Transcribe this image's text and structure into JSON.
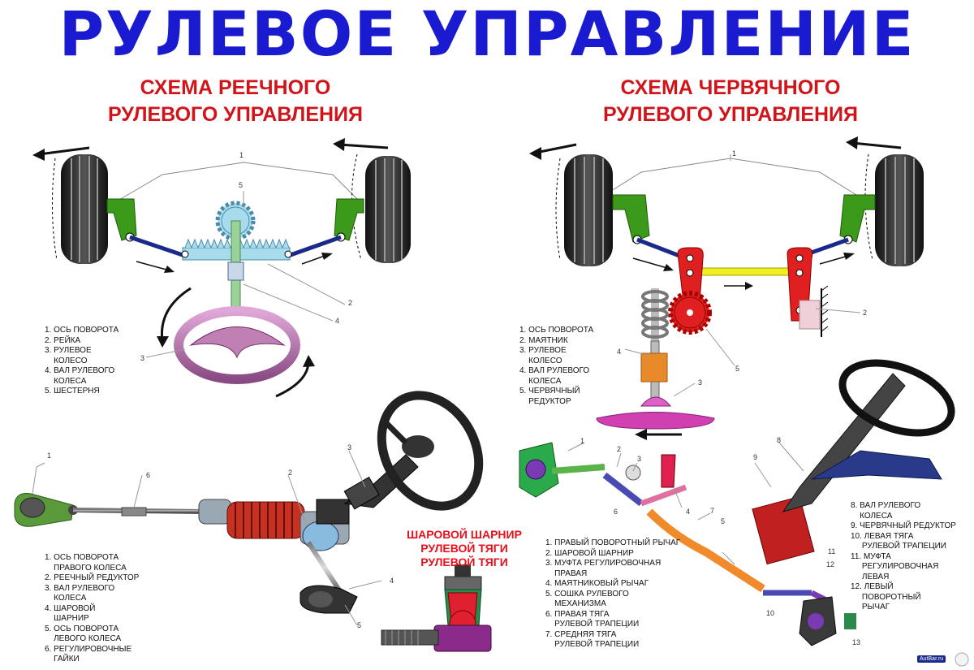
{
  "title": "РУЛЕВОЕ УПРАВЛЕНИЕ",
  "rack_scheme": {
    "title_line1": "СХЕМА РЕЕЧНОГО",
    "title_line2": "РУЛЕВОГО УПРАВЛЕНИЯ",
    "legend": [
      "1. ОСЬ ПОВОРОТА",
      "2. РЕЙКА",
      "3. РУЛЕВОЕ",
      "    КОЛЕСО",
      "4. ВАЛ РУЛЕВОГО",
      "    КОЛЕСА",
      "5. ШЕСТЕРНЯ"
    ],
    "callouts": [
      "1",
      "2",
      "3",
      "4",
      "5"
    ]
  },
  "worm_scheme": {
    "title_line1": "СХЕМА  ЧЕРВЯЧНОГО",
    "title_line2": "РУЛЕВОГО УПРАВЛЕНИЯ",
    "legend": [
      "1. ОСЬ ПОВОРОТА",
      "2. МАЯТНИК",
      "3. РУЛЕВОЕ",
      "    КОЛЕСО",
      "4. ВАЛ РУЛЕВОГО",
      "    КОЛЕСА",
      "5. ЧЕРВЯЧНЫЙ",
      "    РЕДУКТОР"
    ],
    "callouts": [
      "1",
      "2",
      "3",
      "4",
      "5"
    ]
  },
  "rack_assembly": {
    "legend": [
      "1. ОСЬ ПОВОРОТА",
      "    ПРАВОГО КОЛЕСА",
      "2. РЕЕЧНЫЙ РЕДУКТОР",
      "3. ВАЛ РУЛЕВОГО",
      "    КОЛЕСА",
      "4. ШАРОВОЙ",
      "    ШАРНИР",
      "5. ОСЬ ПОВОРОТА",
      "    ЛЕВОГО КОЛЕСА",
      "6. РЕГУЛИРОВОЧНЫЕ",
      "    ГАЙКИ"
    ],
    "callouts": [
      "1",
      "2",
      "3",
      "4",
      "5",
      "6"
    ]
  },
  "ball_joint": {
    "line1": "ШАРОВОЙ ШАРНИР",
    "line2": "РУЛЕВОЙ ТЯГИ",
    "line3": "РУЛЕВОЙ ТЯГИ"
  },
  "linkage_assembly": {
    "legend_left": [
      "1. ПРАВЫЙ ПОВОРОТНЫЙ РЫЧАГ",
      "2. ШАРОВОЙ ШАРНИР",
      "3. МУФТА РЕГУЛИРОВОЧНАЯ",
      "    ПРАВАЯ",
      "4. МАЯТНИКОВЫЙ РЫЧАГ",
      "5. СОШКА РУЛЕВОГО",
      "    МЕХАНИЗМА",
      "6. ПРАВАЯ ТЯГА",
      "    РУЛЕВОЙ ТРАПЕЦИИ",
      "7. СРЕДНЯЯ ТЯГА",
      "    РУЛЕВОЙ ТРАПЕЦИИ"
    ],
    "legend_right": [
      "8. ВАЛ РУЛЕВОГО",
      "    КОЛЕСА",
      "9. ЧЕРВЯЧНЫЙ РЕДУКТОР",
      "10. ЛЕВАЯ ТЯГА",
      "     РУЛЕВОЙ ТРАПЕЦИИ",
      "11. МУФТА",
      "     РЕГУЛИРОВОЧНАЯ",
      "     ЛЕВАЯ",
      "12. ЛЕВЫЙ",
      "     ПОВОРОТНЫЙ",
      "     РЫЧАГ"
    ],
    "callouts": [
      "1",
      "2",
      "3",
      "4",
      "5",
      "6",
      "7",
      "8",
      "9",
      "10",
      "11",
      "12",
      "13"
    ]
  },
  "watermark": "AutBar.ru",
  "colors": {
    "title_blue": "#1a1ad0",
    "subtitle_red": "#d0141a",
    "knuckle_green": "#3c9a1a",
    "rack_cyan": "#a8dcec",
    "wheel_pink": "#c080b4",
    "tire_black": "#1a1a1a",
    "arm_red": "#e02020",
    "link_yellow": "#f0f020"
  }
}
